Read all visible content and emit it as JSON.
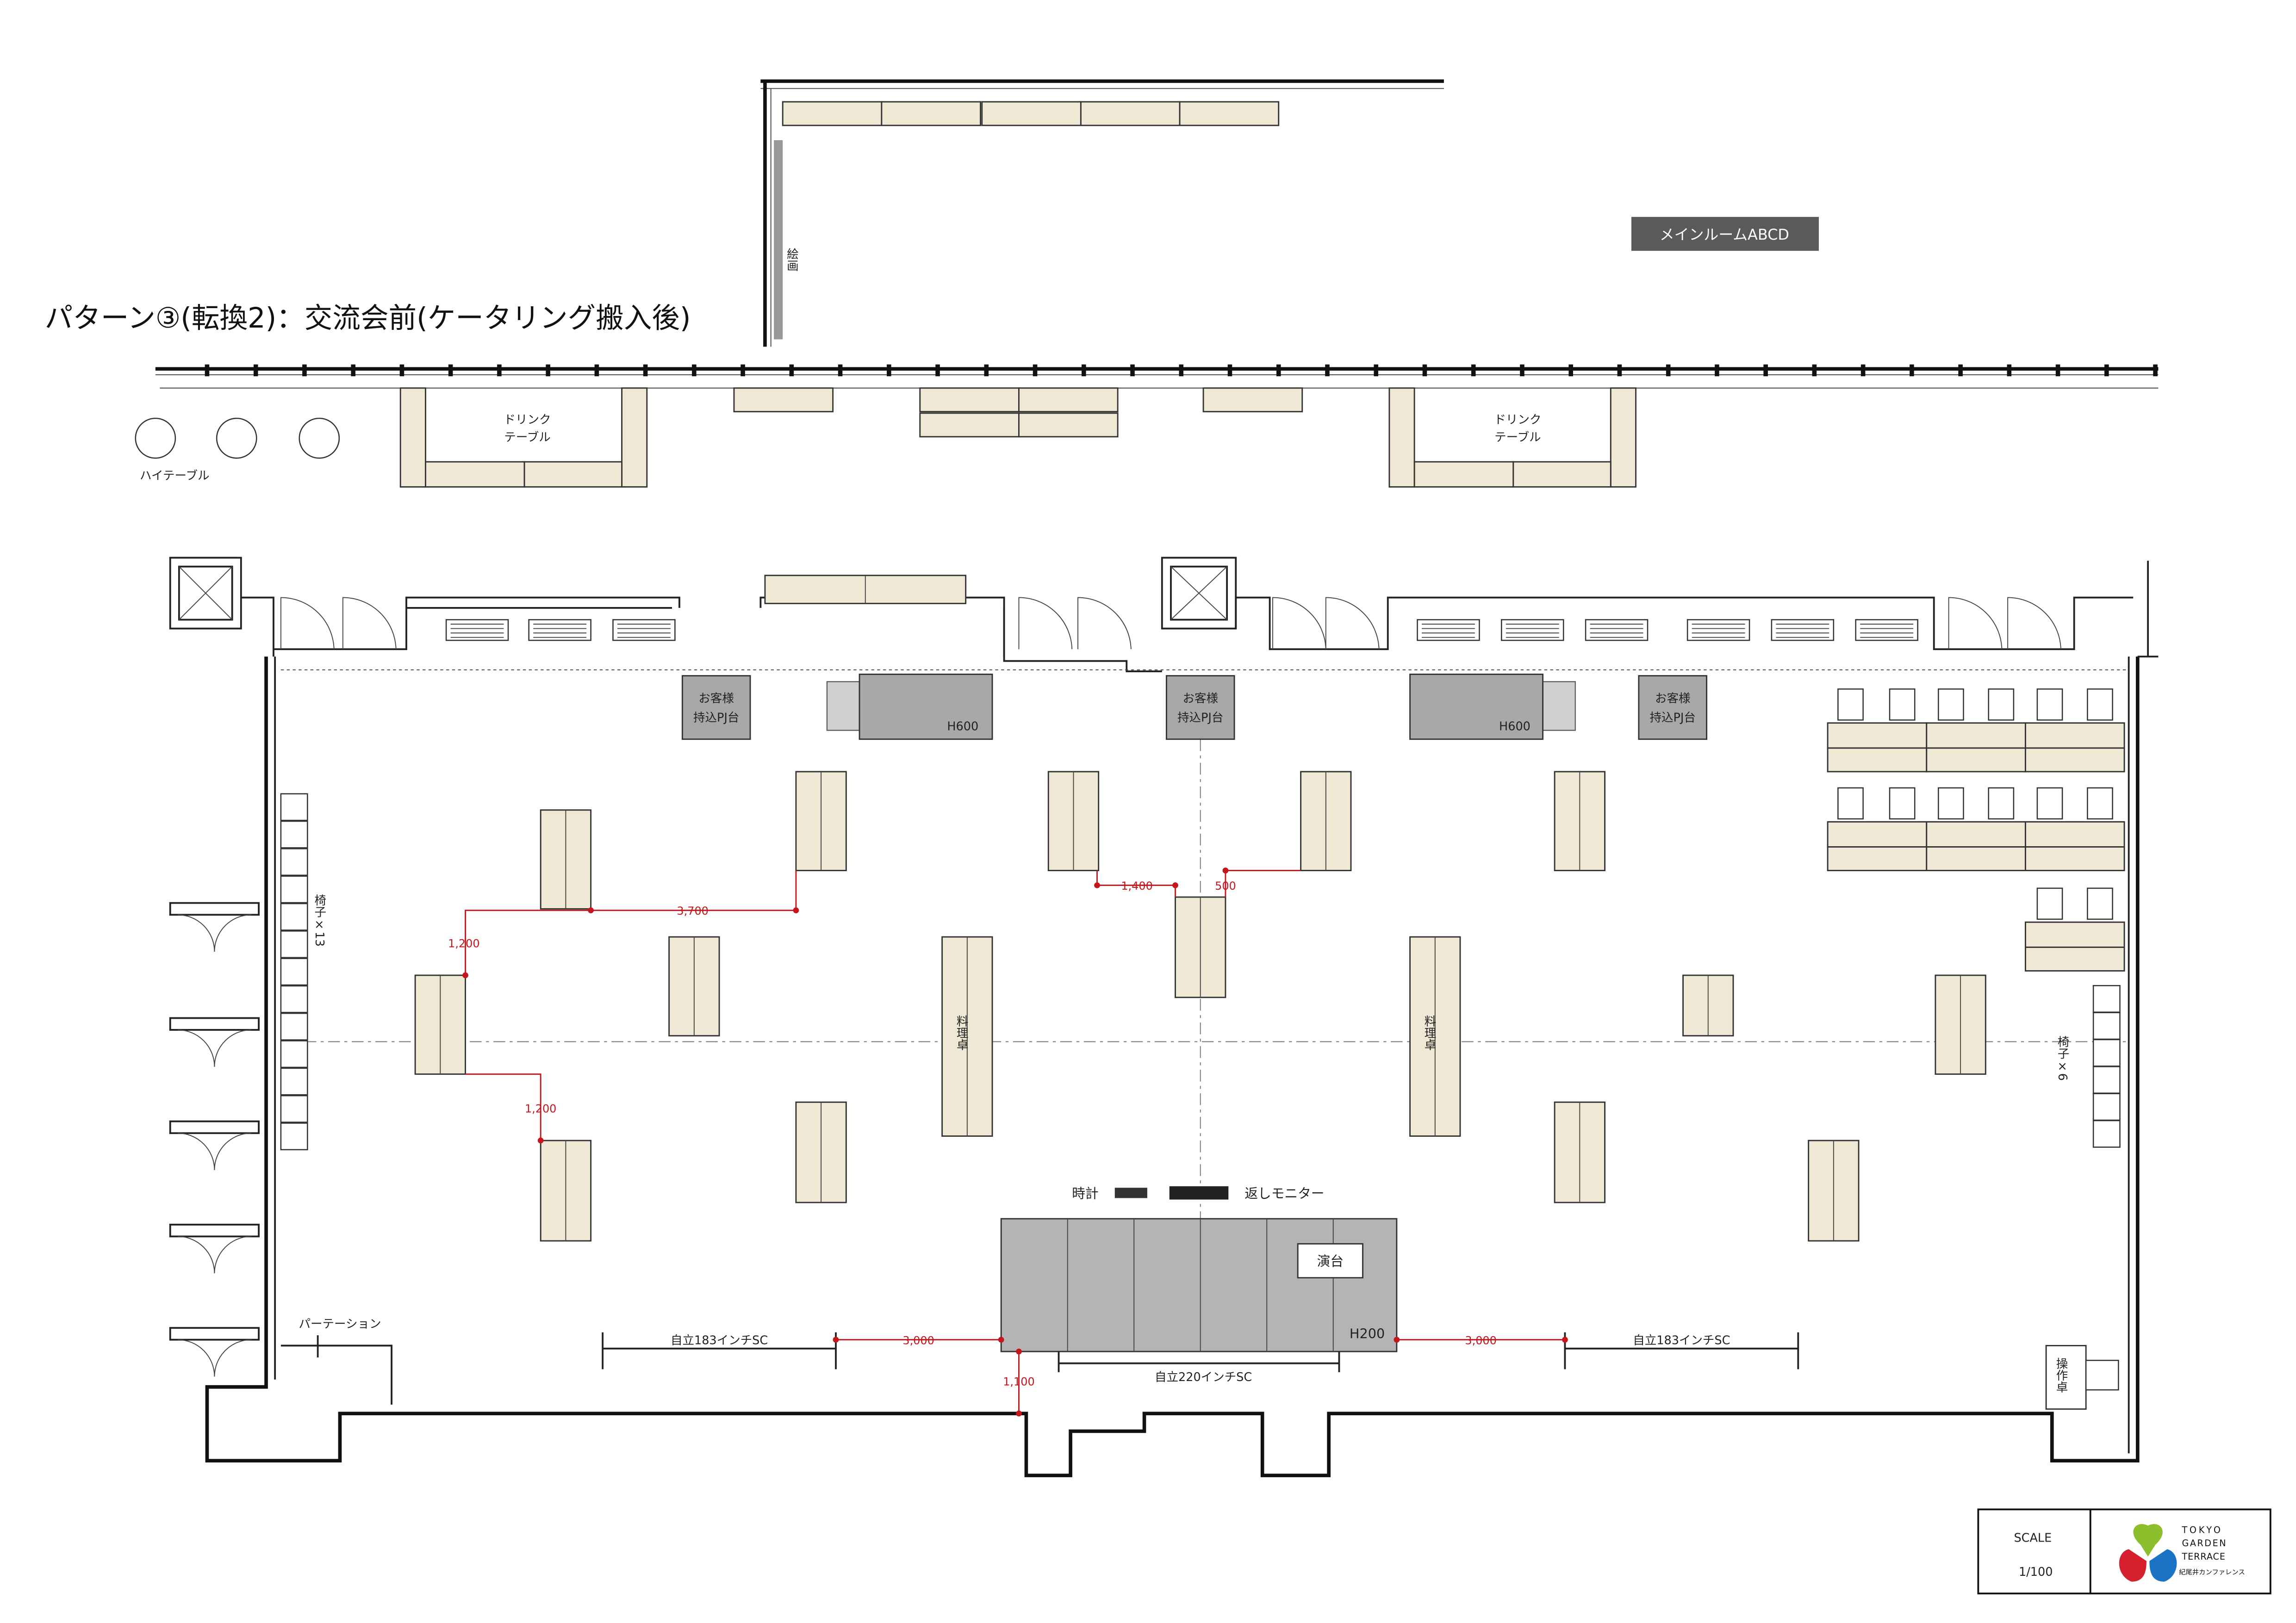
{
  "title": "パターン③(転換2)：交流会前(ケータリング搬入後)",
  "room_badge": "メインルームABCD",
  "painting_label": "絵画",
  "high_table_label": "ハイテーブル",
  "drink_table_label": [
    "ドリンク",
    "テーブル"
  ],
  "pj_stand_label": [
    "お客様",
    "持込PJ台"
  ],
  "h600_label": "H600",
  "food_table_label": "料理卓",
  "chairs_left_label": "椅子×13",
  "chairs_right_label": "椅子×6",
  "clock_label": "時計",
  "return_monitor_label": "返しモニター",
  "podium_label": "演台",
  "stage_height_label": "H200",
  "screen_side_label": "自立183インチSC",
  "screen_center_label": "自立220インチSC",
  "partition_label": "パーテーション",
  "control_desk_label": "操作卓",
  "dimensions": {
    "d3700": "3,700",
    "d1200a": "1,200",
    "d1200b": "1,200",
    "d1400": "1,400",
    "d500": "500",
    "d3000l": "3,000",
    "d3000r": "3,000",
    "d1100": "1,100"
  },
  "scale_box": {
    "label": "SCALE",
    "value": "1/100"
  },
  "logo": {
    "line1": "TOKYO",
    "line2": "GARDEN",
    "line3": "TERRACE",
    "sub": "紀尾井カンファレンス"
  },
  "colors": {
    "table": "#efe8d4",
    "equipment": "#a8a8aa",
    "dimension": "#c4161c",
    "badge": "#5a5a5a"
  }
}
